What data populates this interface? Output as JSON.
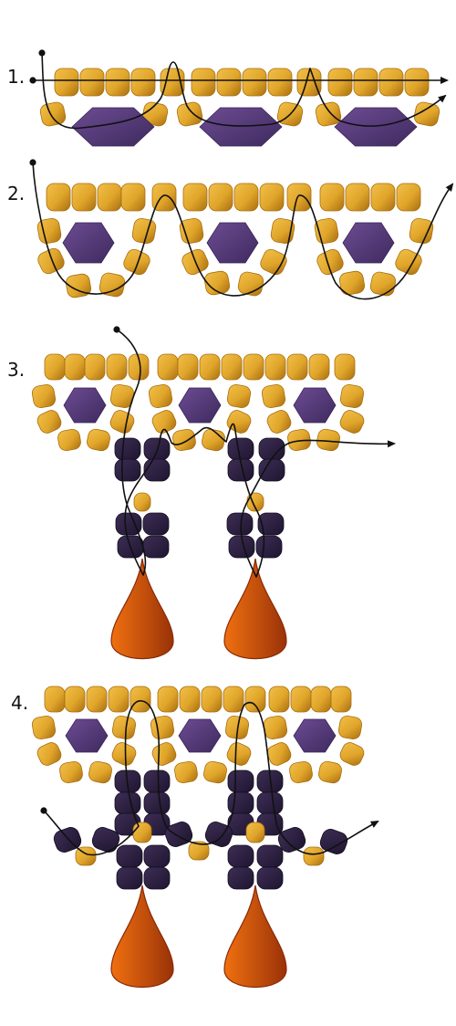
{
  "steps": [
    {
      "label": "1."
    },
    {
      "label": "2."
    },
    {
      "label": "3."
    },
    {
      "label": "4."
    }
  ],
  "colors": {
    "seed_bead": "#E0A52A",
    "seed_bead_shadow": "#A86E10",
    "hexagon_bead": "#5A3D7E",
    "hexagon_bead_dark": "#3A2558",
    "dark_bead": "#2E2140",
    "drop_bead": "#E0600A",
    "drop_bead_dark": "#8A2A08",
    "thread": "#111111"
  },
  "icons": [
    "seed-bead",
    "hexagon-bead",
    "dark-bead",
    "drop-bead",
    "thread-path",
    "needle-start-dot",
    "arrow-head"
  ]
}
